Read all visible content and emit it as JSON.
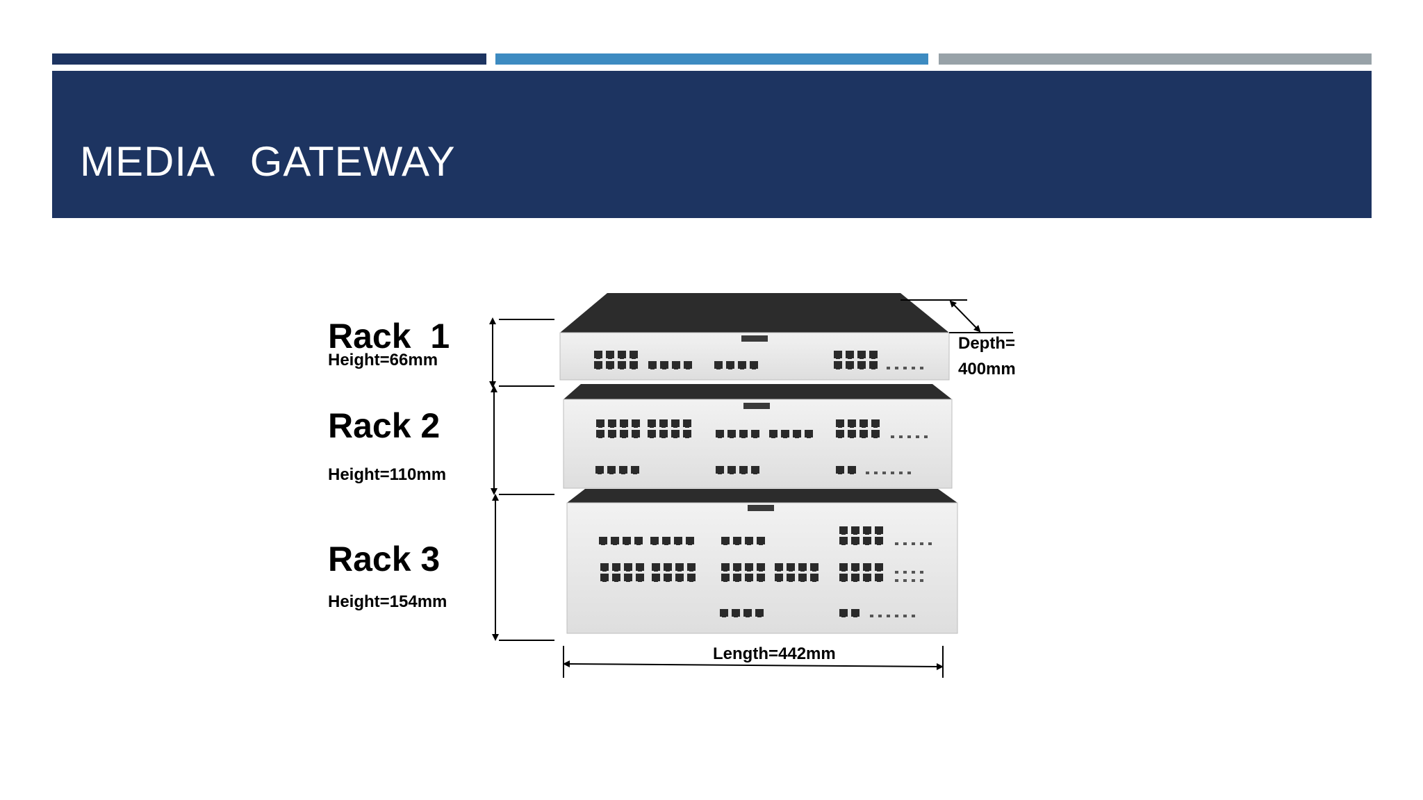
{
  "slide": {
    "title": "MEDIA   GATEWAY",
    "colors": {
      "navy": "#1d3461",
      "blue": "#3d8bc1",
      "gray": "#98a2a8",
      "device_body": "#ececec",
      "device_top": "#2c2c2c"
    }
  },
  "diagram": {
    "racks": [
      {
        "name": "Rack  1",
        "height_label": "Height=66mm"
      },
      {
        "name": "Rack 2",
        "height_label": "Height=110mm"
      },
      {
        "name": "Rack 3",
        "height_label": "Height=154mm"
      }
    ],
    "depth_label_line1": "Depth=",
    "depth_label_line2": "400mm",
    "length_label": "Length=442mm"
  }
}
